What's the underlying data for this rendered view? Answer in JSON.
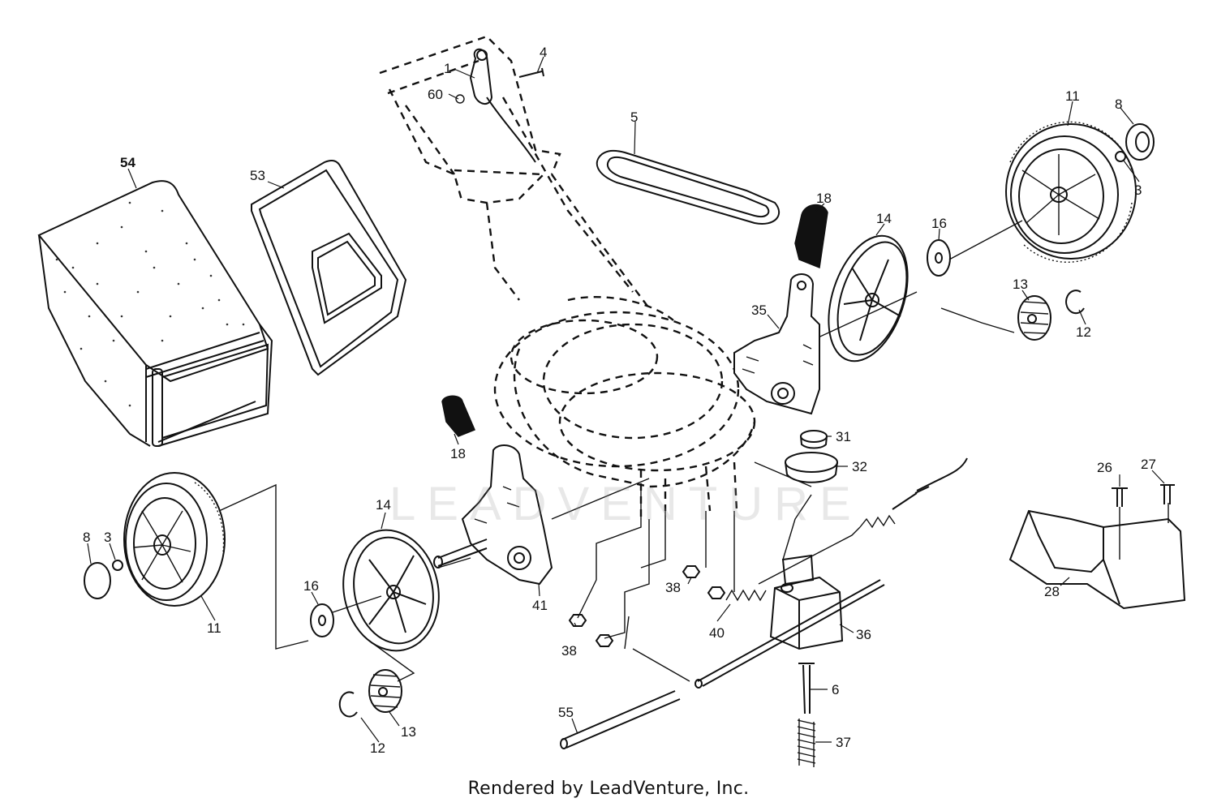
{
  "footer": {
    "credit": "Rendered by LeadVenture, Inc."
  },
  "watermark": {
    "text": "LEADVENTURE"
  },
  "callouts": [
    {
      "id": "c1",
      "text": "1"
    },
    {
      "id": "c4",
      "text": "4"
    },
    {
      "id": "c60",
      "text": "60"
    },
    {
      "id": "c5",
      "text": "5"
    },
    {
      "id": "c54",
      "text": "54"
    },
    {
      "id": "c53",
      "text": "53"
    },
    {
      "id": "c11r",
      "text": "11"
    },
    {
      "id": "c8r",
      "text": "8"
    },
    {
      "id": "c3r",
      "text": "3"
    },
    {
      "id": "c18r",
      "text": "18"
    },
    {
      "id": "c14r",
      "text": "14"
    },
    {
      "id": "c16r",
      "text": "16"
    },
    {
      "id": "c13r",
      "text": "13"
    },
    {
      "id": "c12r",
      "text": "12"
    },
    {
      "id": "c35",
      "text": "35"
    },
    {
      "id": "c31",
      "text": "31"
    },
    {
      "id": "c32",
      "text": "32"
    },
    {
      "id": "c18l",
      "text": "18"
    },
    {
      "id": "c26",
      "text": "26"
    },
    {
      "id": "c27",
      "text": "27"
    },
    {
      "id": "c28",
      "text": "28"
    },
    {
      "id": "c14l",
      "text": "14"
    },
    {
      "id": "c8l",
      "text": "8"
    },
    {
      "id": "c3l",
      "text": "3"
    },
    {
      "id": "c16l",
      "text": "16"
    },
    {
      "id": "c11l",
      "text": "11"
    },
    {
      "id": "c41",
      "text": "41"
    },
    {
      "id": "c38a",
      "text": "38"
    },
    {
      "id": "c38b",
      "text": "38"
    },
    {
      "id": "c40",
      "text": "40"
    },
    {
      "id": "c36",
      "text": "36"
    },
    {
      "id": "c6",
      "text": "6"
    },
    {
      "id": "c13l",
      "text": "13"
    },
    {
      "id": "c12l",
      "text": "12"
    },
    {
      "id": "c55",
      "text": "55"
    },
    {
      "id": "c37",
      "text": "37"
    }
  ]
}
